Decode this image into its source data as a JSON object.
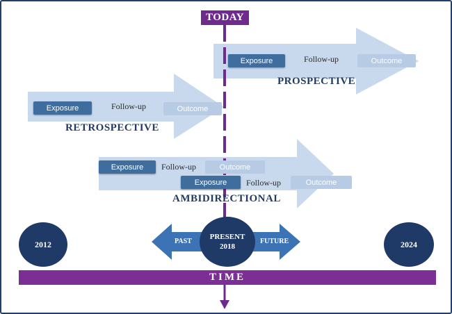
{
  "today_label": "TODAY",
  "time_label": "TIME",
  "prospective": {
    "title": "PROSPECTIVE",
    "exposure": "Exposure",
    "followup": "Follow-up",
    "outcome": "Outcome"
  },
  "retrospective": {
    "title": "RETROSPECTIVE",
    "exposure": "Exposure",
    "followup": "Follow-up",
    "outcome": "Outcome"
  },
  "ambidirectional": {
    "title": "AMBIDIRECTIONAL",
    "row1": {
      "exposure": "Exposure",
      "followup": "Follow-up",
      "outcome": "Outcome"
    },
    "row2": {
      "exposure": "Exposure",
      "followup": "Follow-up",
      "outcome": "Outcome"
    }
  },
  "timeline": {
    "start_year": "2012",
    "end_year": "2024",
    "present_line1": "PRESENT",
    "present_line2": "2018",
    "past": "PAST",
    "future": "FUTURE"
  },
  "colors": {
    "arrow_fill": "#c8d9ee",
    "purple": "#7b2f94",
    "navy": "#1f3a66",
    "exposure_box": "#3f6d9e",
    "outcome_box": "#b7cbe4"
  }
}
